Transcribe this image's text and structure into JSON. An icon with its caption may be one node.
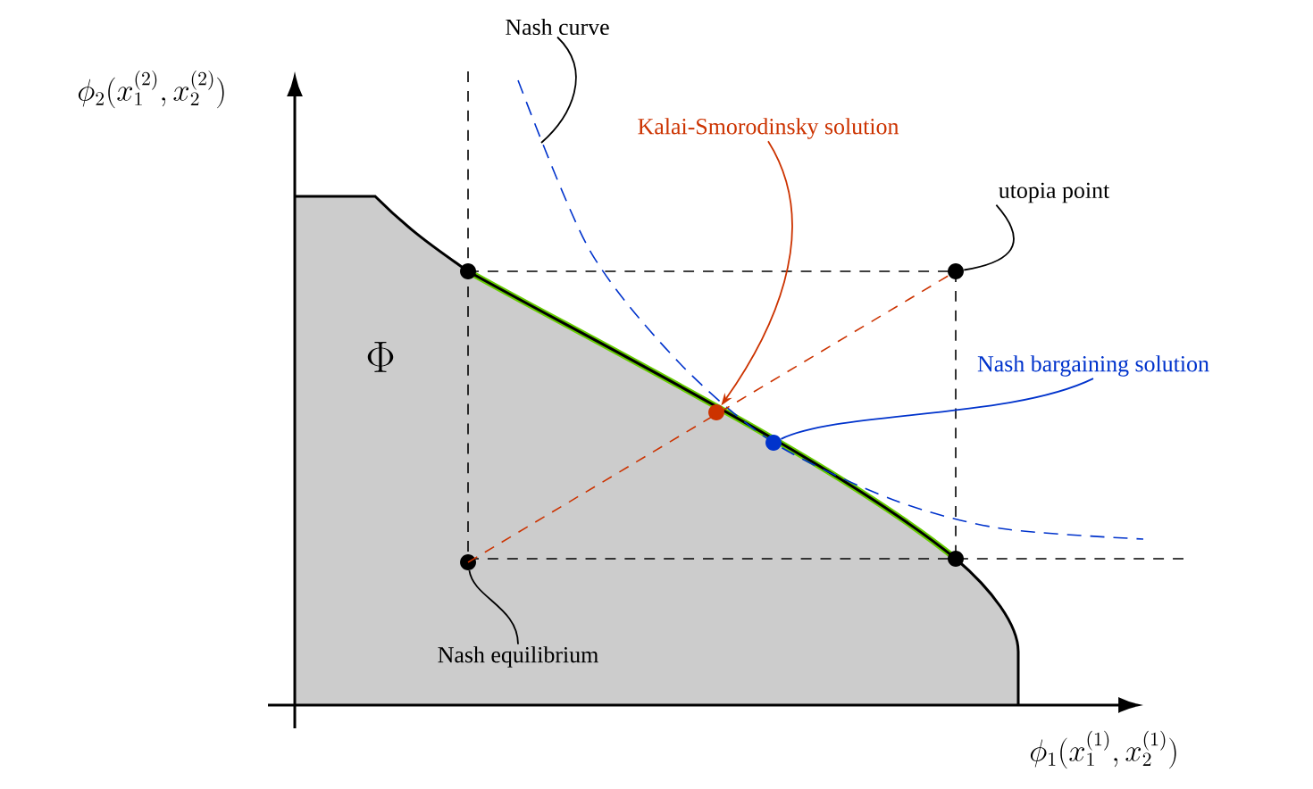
{
  "diagram": {
    "nodes": [
      {
        "text": [
          "Nash curve"
        ]
      },
      {
        "text": [
          "Kalai-Smorodinsky solution"
        ]
      },
      {
        "text": [
          "utopia point"
        ]
      },
      {
        "text": [
          "Nash bargaining solution"
        ]
      },
      {
        "text": [
          "Nash equilibrium"
        ]
      },
      {
        "text": [],
        "shape": "circle"
      },
      {
        "text": [],
        "shape": "circle"
      },
      {
        "text": [],
        "shape": "circle"
      },
      {
        "text": [],
        "shape": "circle"
      }
    ],
    "edges": [
      {
        "from": 0,
        "to": null,
        "arrow": "none"
      },
      {
        "from": 1,
        "to": 5,
        "arrow": "to",
        "color": "#cc3300"
      },
      {
        "from": 2,
        "to": 6,
        "arrow": "none"
      },
      {
        "from": 3,
        "to": 7,
        "arrow": "none",
        "color": "#0033cc"
      },
      {
        "from": 4,
        "to": 8,
        "arrow": "none"
      },
      {
        "from": 8,
        "to": 6,
        "arrow": "none",
        "style": "dashed",
        "color": "#cc3300"
      }
    ],
    "labels": [
      "\\phi_2(x_1^{(2)},x_2^{(2)})",
      "\\Phi",
      "\\phi_1(x_1^{(1)},x_2^{(1)})"
    ]
  }
}
